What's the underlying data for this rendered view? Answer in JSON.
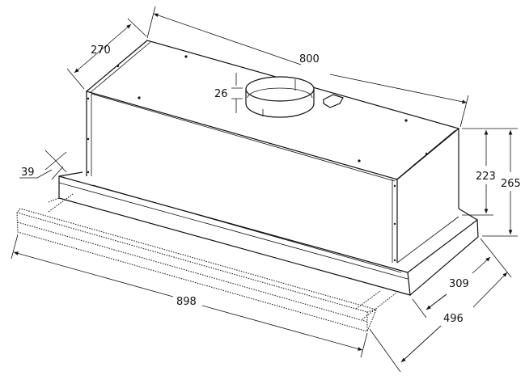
{
  "title": "Telescopic cooker hood dimensions",
  "dimensions": {
    "width": "800",
    "depth": "270",
    "collar_height": "26",
    "panel_thickness": "39",
    "body_height": "223",
    "total_height": "265",
    "depth_closed": "309",
    "depth_extended": "496",
    "panel_width": "898"
  }
}
